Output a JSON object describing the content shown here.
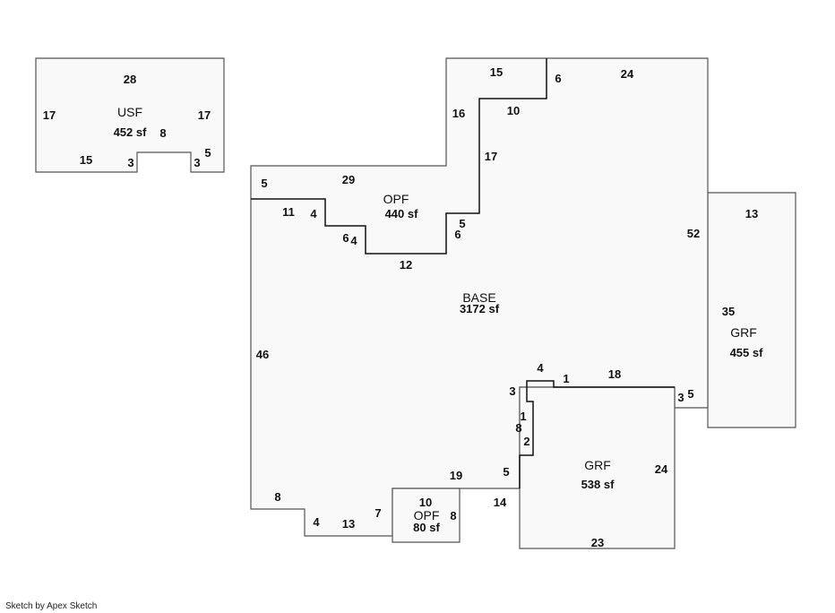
{
  "footer": "Sketch by Apex Sketch",
  "areas": {
    "usf": {
      "label": "USF",
      "size": "452 sf"
    },
    "base": {
      "label": "BASE",
      "size": "3172 sf"
    },
    "opf_top": {
      "label": "OPF",
      "size": "440 sf"
    },
    "grf_right": {
      "label": "GRF",
      "size": "455 sf"
    },
    "grf_bottom": {
      "label": "GRF",
      "size": "538 sf"
    },
    "opf_bottom": {
      "label": "OPF",
      "size": "80 sf"
    }
  },
  "dimensions": {
    "usf": [
      "28",
      "17",
      "17",
      "8",
      "15",
      "3",
      "3",
      "5"
    ],
    "base": [
      "15",
      "6",
      "24",
      "16",
      "10",
      "17",
      "52",
      "29",
      "5",
      "11",
      "4",
      "6",
      "4",
      "12",
      "5",
      "6",
      "46",
      "8",
      "4",
      "13",
      "7",
      "19",
      "14",
      "5",
      "3",
      "4",
      "1",
      "18",
      "3",
      "5",
      "1",
      "8",
      "2"
    ],
    "grf_right": [
      "13",
      "35"
    ],
    "grf_bottom": [
      "24",
      "23"
    ],
    "opf_bottom": [
      "10",
      "8"
    ]
  }
}
